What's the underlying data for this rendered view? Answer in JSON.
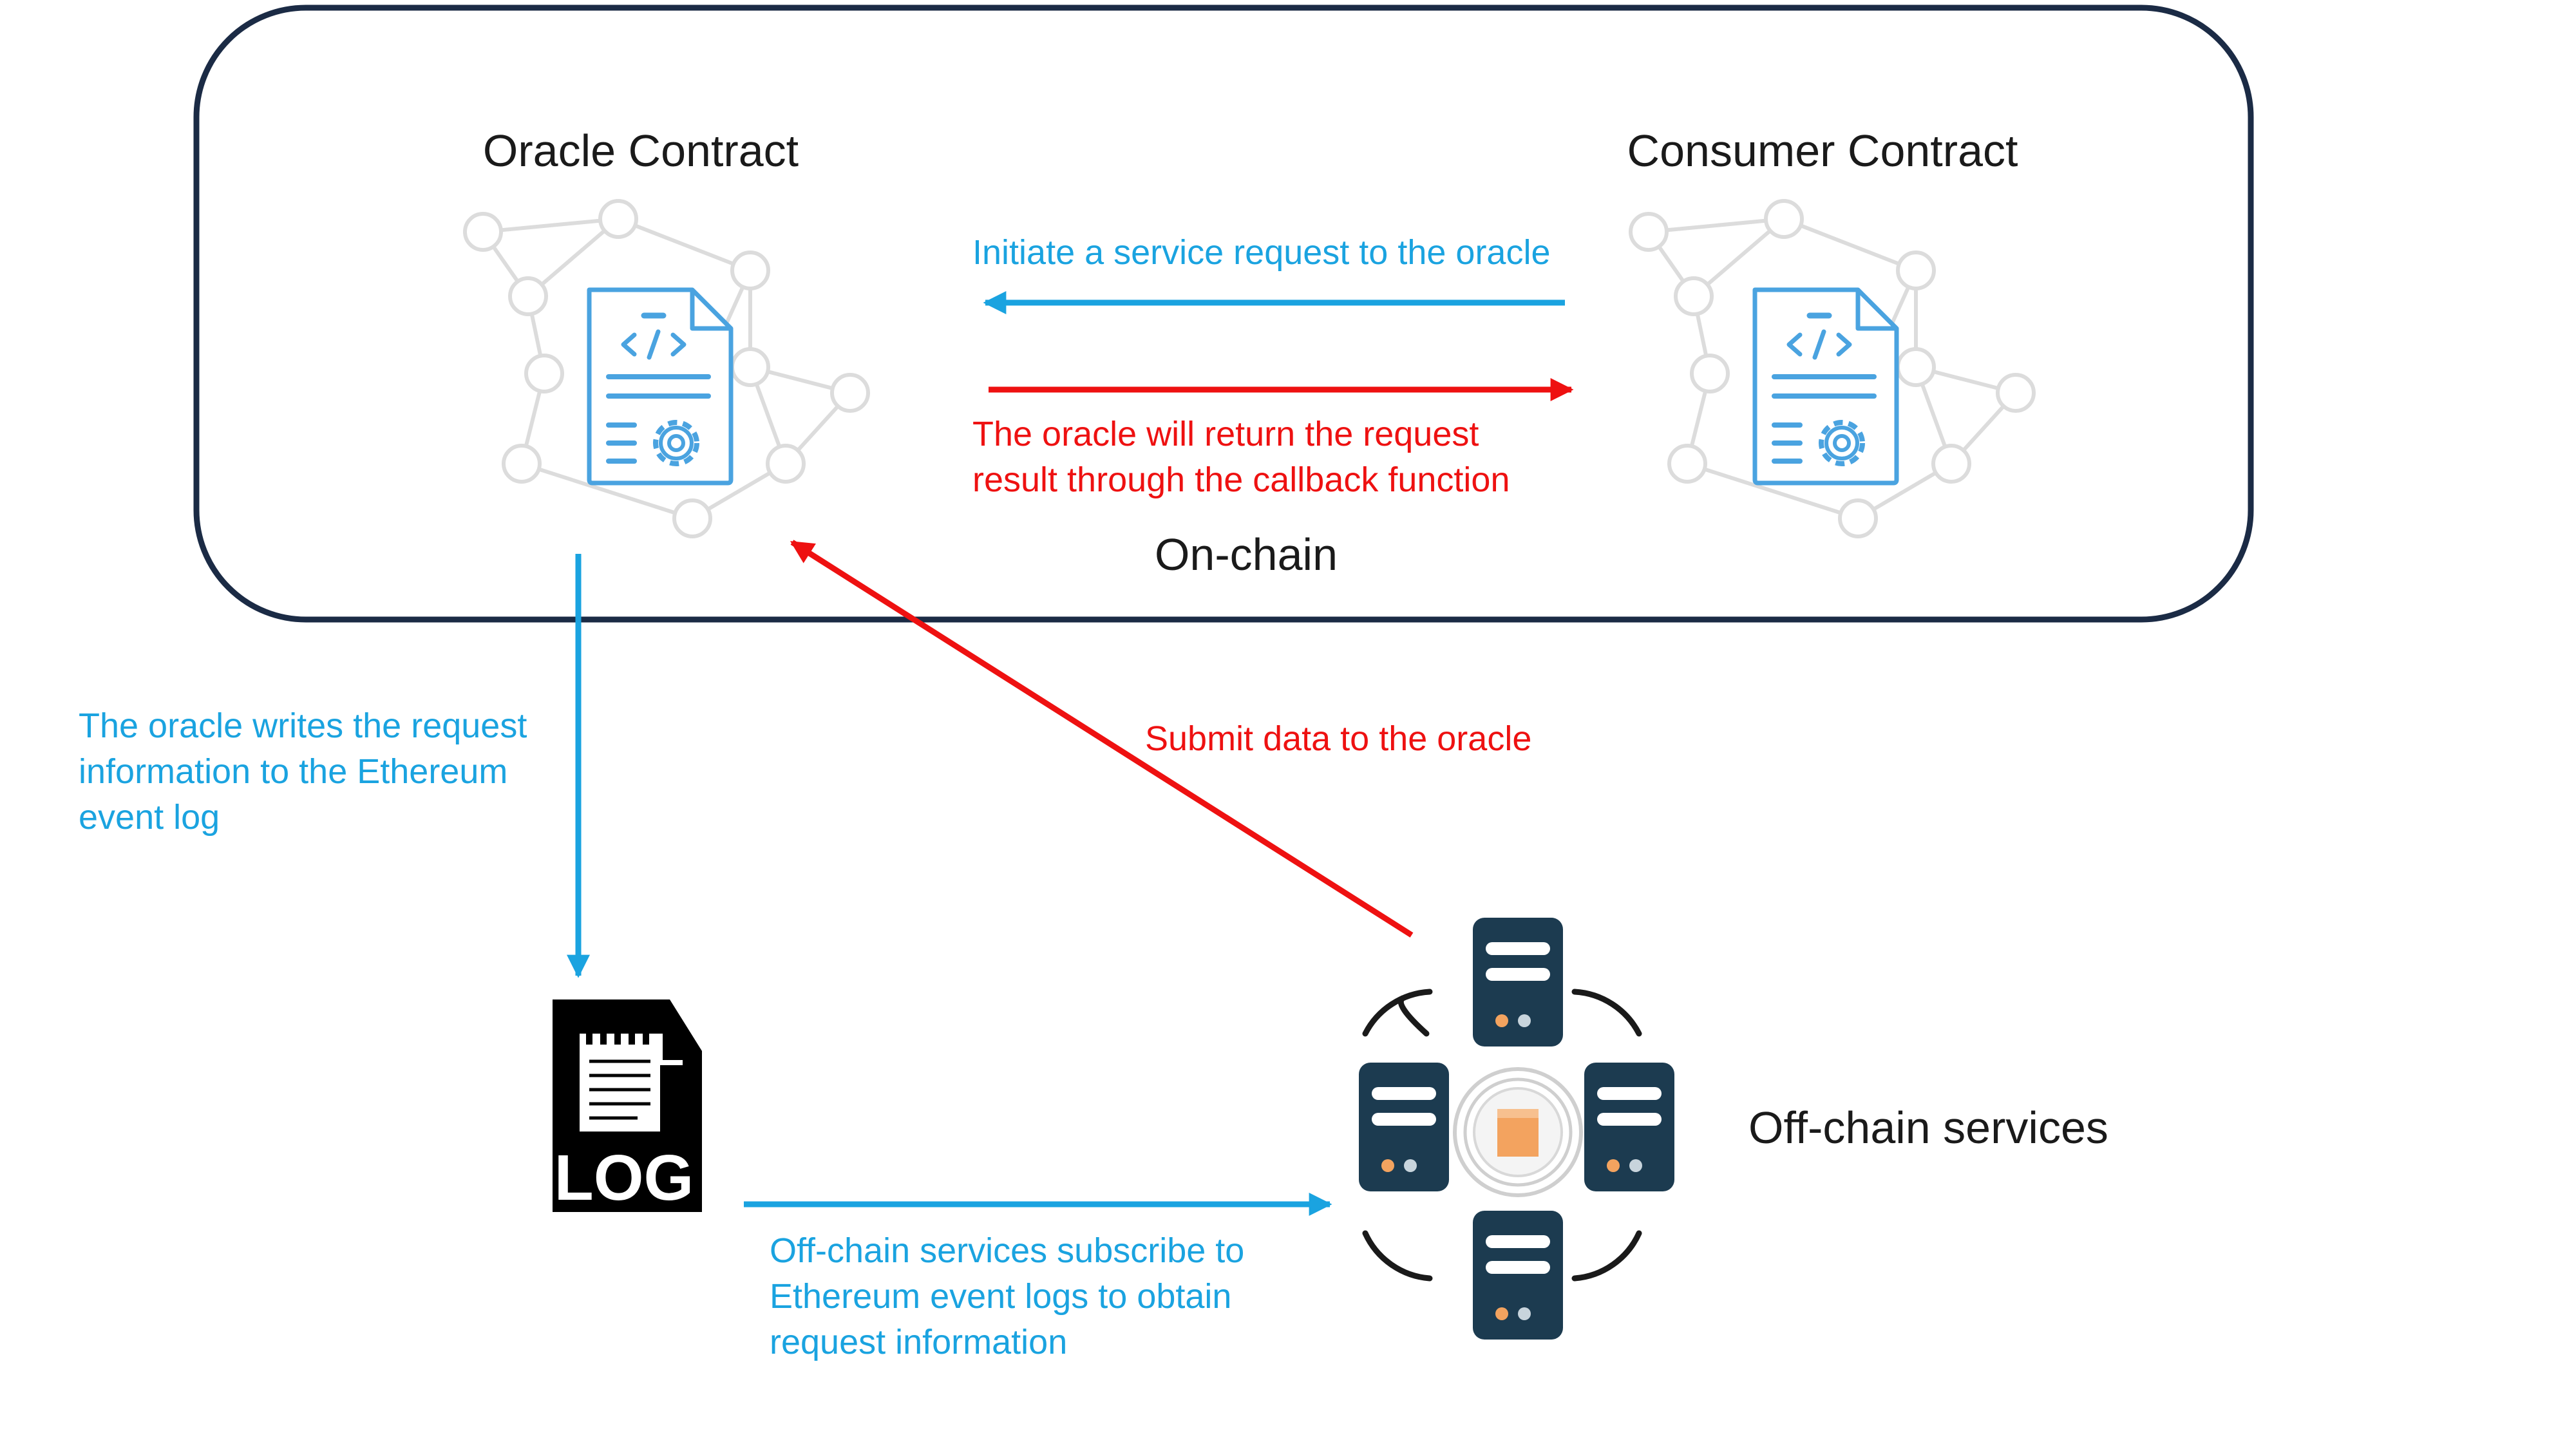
{
  "labels": {
    "oracle_contract": "Oracle Contract",
    "consumer_contract": "Consumer Contract",
    "on_chain": "On-chain",
    "off_chain_services": "Off-chain services",
    "log_icon_text": "LOG",
    "initiate_request": "Initiate a service request to the oracle",
    "return_result_line1": "The oracle will return the request",
    "return_result_line2": "result through the callback function",
    "submit_data": "Submit data to the oracle",
    "writes_log_line1": "The oracle writes the request",
    "writes_log_line2": "information to the Ethereum",
    "writes_log_line3": "event log",
    "subscribe_line1": "Off-chain services subscribe to",
    "subscribe_line2": "Ethereum event logs to obtain",
    "subscribe_line3": "request information"
  },
  "colors": {
    "blue": "#1AA3E0",
    "red": "#EE1111",
    "frame": "#1B2B45",
    "server": "#1C3B50",
    "contract_icon": "#4AA3E0",
    "network_faint": "#DCDCDC",
    "coin": "#F3A35F",
    "black": "#000000"
  },
  "icons": {
    "oracle": "smart-contract-icon",
    "consumer": "smart-contract-icon",
    "log": "log-file-icon",
    "services": "server-cluster-icon"
  }
}
